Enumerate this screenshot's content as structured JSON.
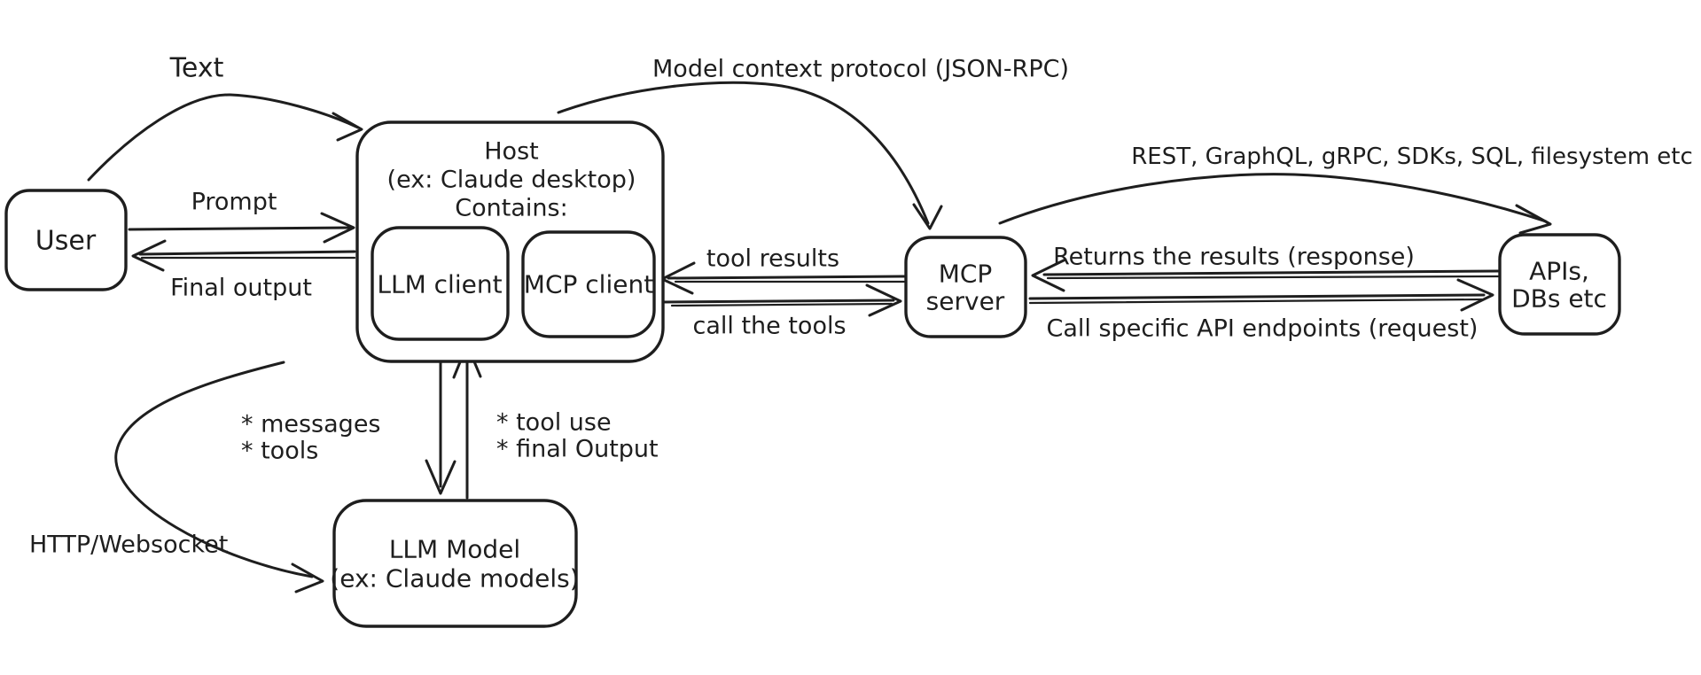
{
  "diagram": {
    "colors": {
      "ink": "#1e1e1e",
      "background": "#ffffff"
    },
    "nodes": {
      "user": {
        "label": "User"
      },
      "host": {
        "line1": "Host",
        "line2": "(ex: Claude desktop)",
        "line3": "Contains:"
      },
      "llm_client": {
        "label": "LLM client"
      },
      "mcp_client": {
        "label": "MCP client"
      },
      "mcp_server": {
        "line1": "MCP",
        "line2": "server"
      },
      "apis": {
        "line1": "APIs,",
        "line2": "DBs etc"
      },
      "llm_model": {
        "line1": "LLM Model",
        "line2": "(ex: Claude models)"
      }
    },
    "edge_labels": {
      "text_input": "Text",
      "prompt": "Prompt",
      "final_output": "Final output",
      "mcp_protocol": "Model context protocol (JSON-RPC)",
      "rest_transports": "REST, GraphQL, gRPC, SDKs, SQL, filesystem etc",
      "tool_results": "tool results",
      "call_tools": "call the tools",
      "returns_results": "Returns the results (response)",
      "call_endpoints": "Call specific API endpoints (request)",
      "messages_line1": "* messages",
      "messages_line2": "* tools",
      "tool_use_line1": "* tool use",
      "tool_use_line2": "* final Output",
      "http_websocket": "HTTP/Websocket"
    }
  }
}
